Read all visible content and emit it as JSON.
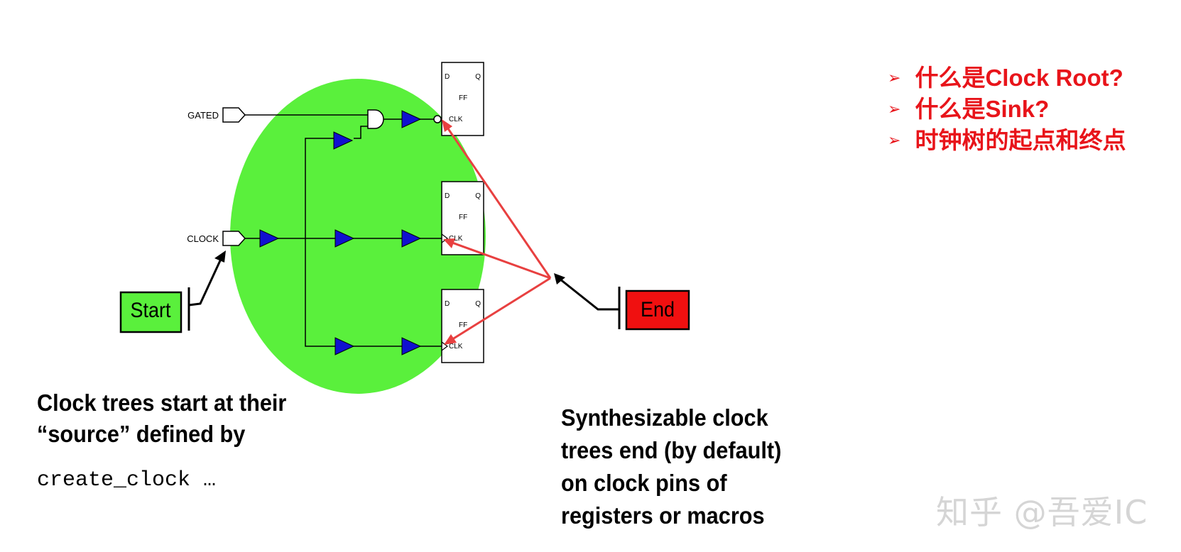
{
  "diagram": {
    "inputs": {
      "gated": "GATED",
      "clock": "CLOCK"
    },
    "flipflop": {
      "d": "D",
      "q": "Q",
      "ff": "FF",
      "clk": "CLK"
    },
    "start_label": "Start",
    "end_label": "End",
    "colors": {
      "clock_domain": "#5af03c",
      "start_box": "#5af03c",
      "end_box": "#f01010",
      "buffer": "#1010d0",
      "arrows": "#e84040"
    }
  },
  "captions": {
    "left_lines": [
      "Clock trees start at their",
      "“source” defined by"
    ],
    "left_code": "create_clock …",
    "right_lines": [
      "Synthesizable clock",
      "trees end (by default)",
      "on clock pins of",
      "registers or macros"
    ]
  },
  "questions": {
    "bullet": "➢",
    "items": [
      "什么是Clock Root?",
      "什么是Sink?",
      "时钟树的起点和终点"
    ]
  },
  "watermark": "知乎 @吾爱IC"
}
